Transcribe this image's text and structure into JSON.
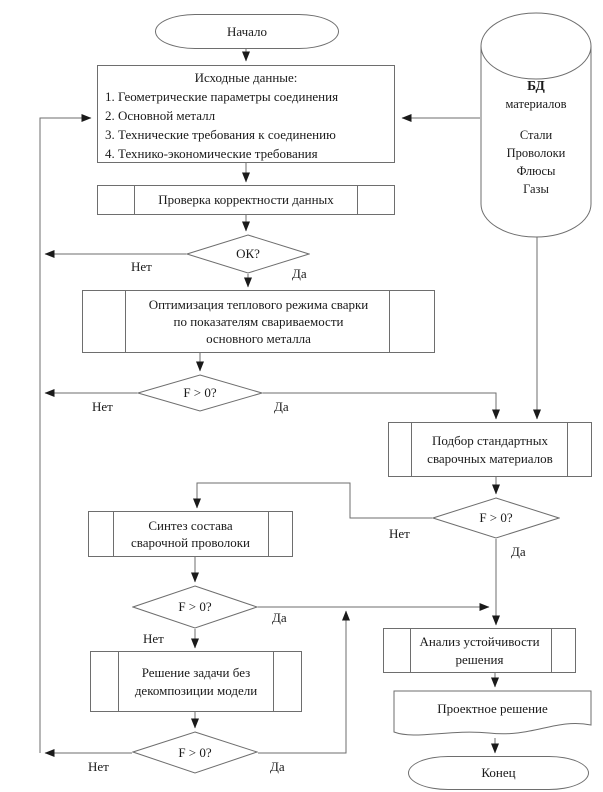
{
  "diagram": {
    "title_hint": "Welding design algorithm flowchart (Russian)",
    "colors": {
      "background": "#ffffff",
      "line": "#6e6e6e",
      "arrow": "#1a1a1a",
      "text": "#1a1a1a"
    },
    "nodes": {
      "start": {
        "label": "Начало"
      },
      "input_data": {
        "title": "Исходные данные:",
        "items": [
          "1. Геометрические параметры соединения",
          "2. Основной металл",
          "3. Технические требования к соединению",
          "4. Технико-экономические требования"
        ]
      },
      "db": {
        "title": "БД",
        "subtitle": "материалов",
        "items": [
          "Стали",
          "Проволоки",
          "Флюсы",
          "Газы"
        ]
      },
      "check": {
        "label": "Проверка корректности данных"
      },
      "ok_decision": {
        "label": "ОК?"
      },
      "optimize": {
        "lines": [
          "Оптимизация теплового режима сварки",
          "по показателям свариваемости",
          "основного металла"
        ]
      },
      "f1": {
        "label": "F > 0?"
      },
      "select_materials": {
        "lines": [
          "Подбор стандартных",
          "сварочных материалов"
        ]
      },
      "f2": {
        "label": "F > 0?"
      },
      "synthesis": {
        "lines": [
          "Синтез состава",
          "сварочной проволоки"
        ]
      },
      "f3": {
        "label": "F > 0?"
      },
      "solve": {
        "lines": [
          "Решение задачи без",
          "декомпозиции модели"
        ]
      },
      "f4": {
        "label": "F > 0?"
      },
      "analysis": {
        "lines": [
          "Анализ устойчивости",
          "решения"
        ]
      },
      "design": {
        "label": "Проектное решение"
      },
      "end": {
        "label": "Конец"
      }
    },
    "edge_labels": {
      "yes": "Да",
      "no": "Нет"
    }
  }
}
